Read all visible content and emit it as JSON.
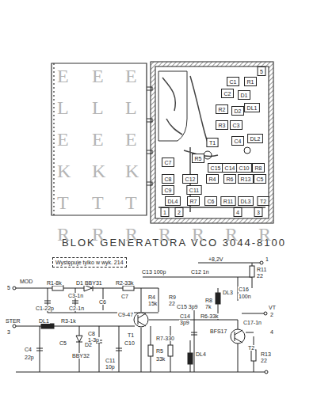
{
  "diagram": {
    "title": "BLOK GENERATORA VCO 3044-8100",
    "nodes": [
      {
        "text": [
          "Występuje tylko w wyk. 214"
        ]
      }
    ],
    "labels": [
      "E",
      "E",
      "E",
      "L",
      "L",
      "L",
      "E",
      "E",
      "E",
      "K",
      "K",
      "K",
      "T",
      "T",
      "T",
      "R",
      "R",
      "R",
      "R",
      "R",
      "R",
      "R",
      "C1",
      "R1",
      "5",
      "C2",
      "D1",
      "DL1",
      "R2",
      "D2",
      "R3",
      "C3",
      "T1",
      "C4",
      "DL2",
      "R5",
      "C7",
      "C15",
      "C14",
      "C10",
      "R8",
      "C8",
      "C12",
      "R4",
      "R6",
      "R13",
      "C5",
      "C9",
      "C11",
      "DL4",
      "R7",
      "C6",
      "R11",
      "DL3",
      "T2",
      "1",
      "2",
      "4",
      "3",
      "+8,2V",
      "1",
      "C13 100p",
      "C12 1n",
      "R11",
      "22",
      "MOD",
      "5",
      "R1-8k",
      "D1 BBY31",
      "R2-33k",
      "C3-1n",
      "C1-22p",
      "C2-1n",
      "C6",
      "C7",
      "C9-47",
      "R4",
      "15k",
      "R9",
      "22",
      "C15 3p9",
      "R8",
      "7k",
      "DL3",
      "C16",
      "100n",
      "VT",
      "2",
      "R6-33k",
      "C14",
      "3p9",
      "C17-1n",
      "STER",
      "3",
      "DL1",
      "R3-1k",
      "C8",
      "1-3p",
      "T1",
      "R7-330",
      "DL4",
      "BFS17",
      "T2",
      "R13",
      "22",
      "C4",
      "22p",
      "C5",
      "D2",
      "BBY32",
      "C10",
      "C11",
      "10p",
      "R5",
      "33k",
      "4"
    ]
  }
}
